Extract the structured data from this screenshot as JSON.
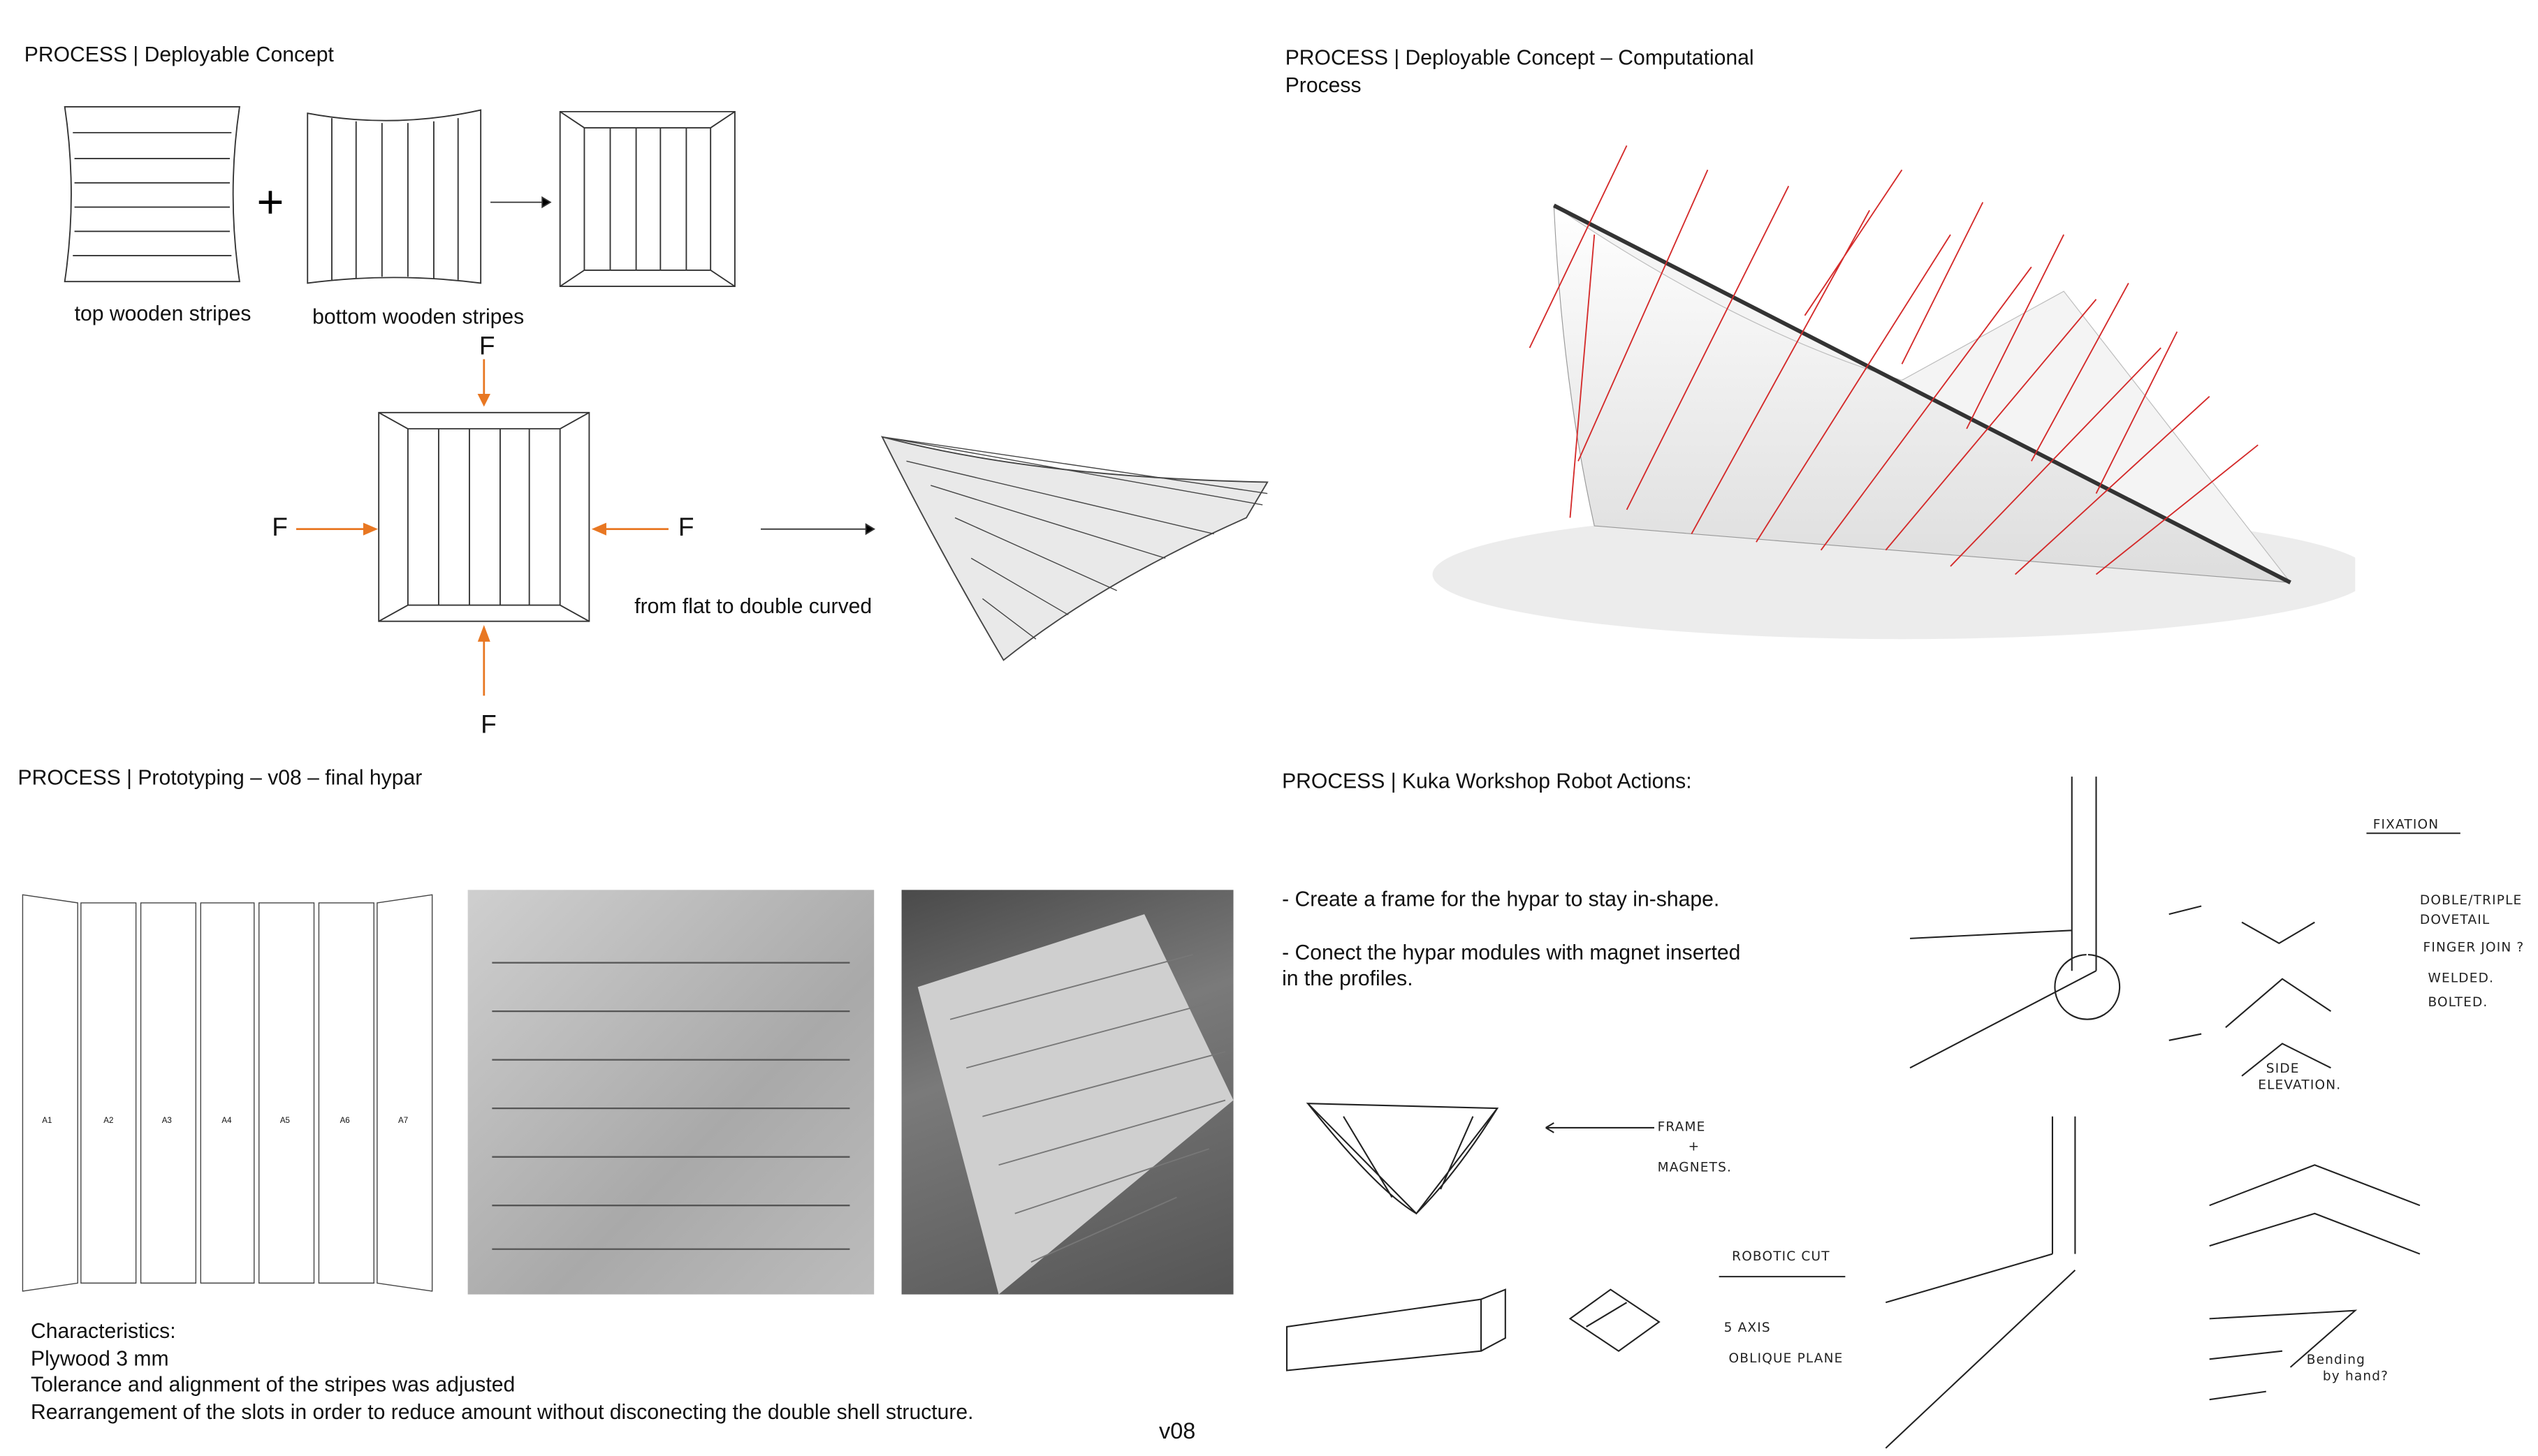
{
  "panels": {
    "top_left": {
      "title": "PROCESS | Deployable Concept",
      "label_top": "top wooden stripes",
      "label_bottom": "bottom wooden stripes",
      "plus": "+",
      "force": "F",
      "caption": "from flat to double curved"
    },
    "top_right": {
      "title_line1": "PROCESS | Deployable Concept – Computational",
      "title_line2": "Process"
    },
    "bottom_left": {
      "title": "PROCESS | Prototyping – v08 – final hypar",
      "strip_labels": [
        "A1",
        "A2",
        "A3",
        "A4",
        "A5",
        "A6",
        "A7"
      ],
      "characteristics": [
        "Characteristics:",
        "Plywood 3 mm",
        "Tolerance and alignment of the stripes was adjusted",
        "Rearrangement of the slots in order to reduce amount without disconecting the double shell structure."
      ],
      "version": "v08"
    },
    "bottom_right": {
      "title": "PROCESS | Kuka Workshop Robot Actions:",
      "bullet1": "- Create a frame for the hypar to stay in-shape.",
      "bullet2_line1": "- Conect the hypar modules with magnet inserted",
      "bullet2_line2": "in the profiles.",
      "sketch_notes": {
        "frame": "FRAME",
        "plus": "+",
        "magnets": "MAGNETS.",
        "robotic_cut": "ROBOTIC CUT",
        "five_axis": "5 AXIS",
        "oblique_plane": "OBLIQUE PLANE",
        "fixation": "FIXATION",
        "options": [
          "DOBLE/TRIPLE",
          "DOVETAIL",
          "FINGER JOIN  ?",
          "WELDED.",
          "BOLTED."
        ],
        "side": "SIDE",
        "elevation": "ELEVATION.",
        "bending1": "Bending",
        "bending2": "by hand?"
      }
    }
  },
  "colors": {
    "force_arrow": "#e87722",
    "rod": "#d42a2a"
  }
}
